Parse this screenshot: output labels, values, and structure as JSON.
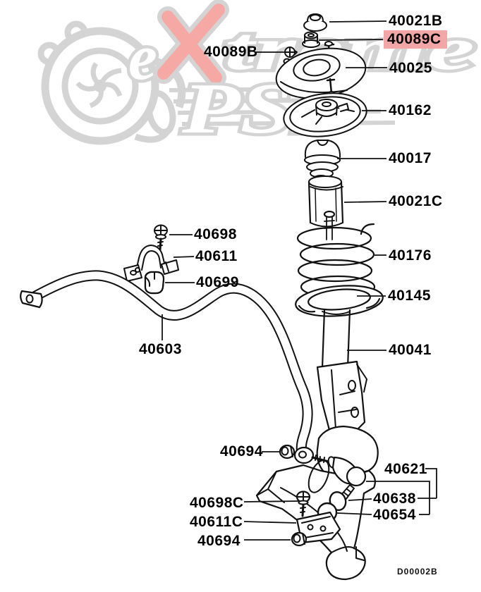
{
  "diagram": {
    "title_code": "D00002B",
    "highlighted_part": "40089C",
    "highlight_color": "#f2a6a6",
    "line_color": "#111111"
  },
  "watermark": {
    "line1_prefix": "e",
    "line1_suffix": "treme",
    "line2": "PSI",
    "x_color": "#f5a8a4",
    "gray": "#d4d4d4"
  },
  "parts": [
    {
      "number": "40021B",
      "highlighted": false
    },
    {
      "number": "40089C",
      "highlighted": true
    },
    {
      "number": "40089B",
      "highlighted": false
    },
    {
      "number": "40025",
      "highlighted": false
    },
    {
      "number": "40162",
      "highlighted": false
    },
    {
      "number": "40017",
      "highlighted": false
    },
    {
      "number": "40021C",
      "highlighted": false
    },
    {
      "number": "40176",
      "highlighted": false
    },
    {
      "number": "40145",
      "highlighted": false
    },
    {
      "number": "40041",
      "highlighted": false
    },
    {
      "number": "40698",
      "highlighted": false
    },
    {
      "number": "40611",
      "highlighted": false
    },
    {
      "number": "40699",
      "highlighted": false
    },
    {
      "number": "40603",
      "highlighted": false
    },
    {
      "number": "40694",
      "highlighted": false
    },
    {
      "number": "40621",
      "highlighted": false
    },
    {
      "number": "40638",
      "highlighted": false
    },
    {
      "number": "40654",
      "highlighted": false
    },
    {
      "number": "40698C",
      "highlighted": false
    },
    {
      "number": "40611C",
      "highlighted": false
    },
    {
      "number": "40694",
      "highlighted": false
    }
  ]
}
